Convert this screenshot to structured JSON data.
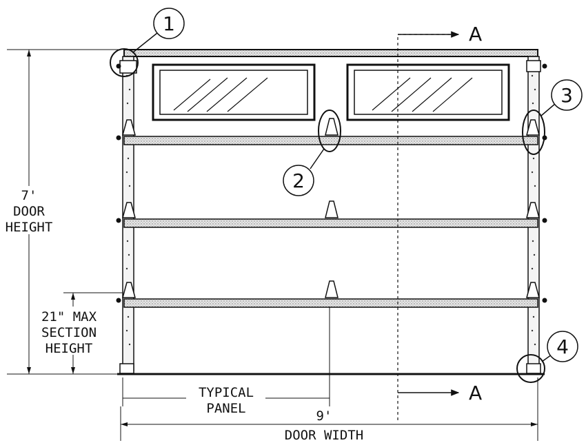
{
  "drawing": {
    "callouts": [
      {
        "number": "1"
      },
      {
        "number": "2"
      },
      {
        "number": "3"
      },
      {
        "number": "4"
      }
    ],
    "section_marker": "A",
    "door_height": {
      "value": "7'",
      "line1": "DOOR",
      "line2": "HEIGHT"
    },
    "section_height": {
      "line1": "21\" MAX",
      "line2": "SECTION",
      "line3": "HEIGHT"
    },
    "typical_panel": {
      "line1": "TYPICAL",
      "line2": "PANEL"
    },
    "door_width": {
      "value": "9'",
      "label": "DOOR WIDTH"
    }
  },
  "colors": {
    "line": "#111111",
    "panel_fill": "#d4d4d4",
    "background": "#ffffff"
  }
}
